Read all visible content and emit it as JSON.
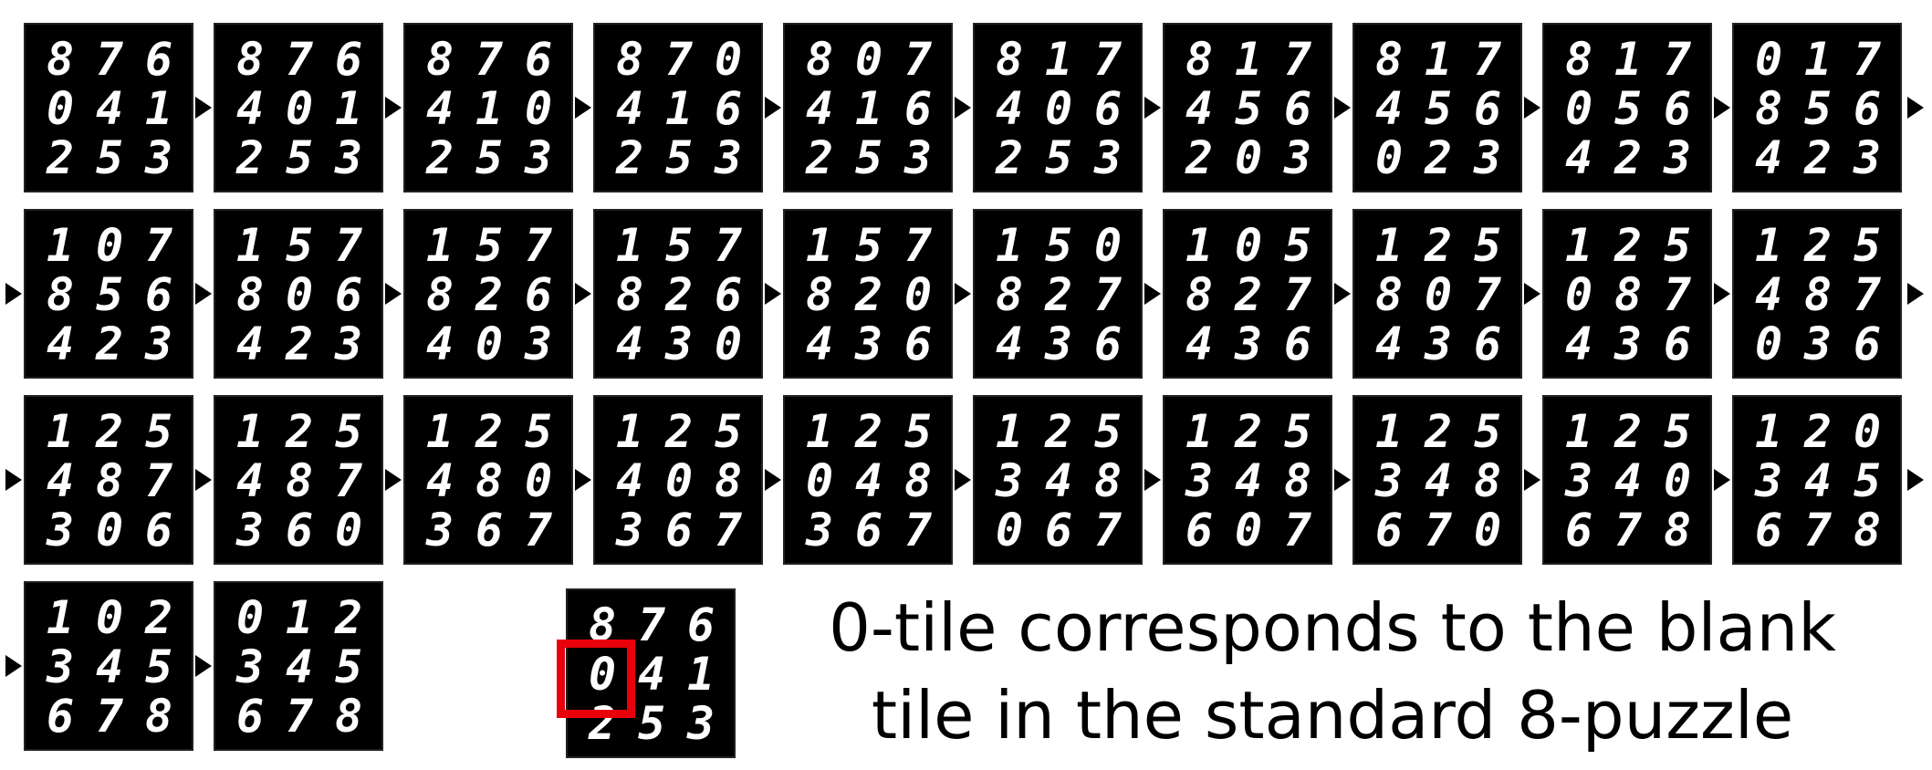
{
  "sequence": [
    [
      "8",
      "7",
      "6",
      "0",
      "4",
      "1",
      "2",
      "5",
      "3"
    ],
    [
      "8",
      "7",
      "6",
      "4",
      "0",
      "1",
      "2",
      "5",
      "3"
    ],
    [
      "8",
      "7",
      "6",
      "4",
      "1",
      "0",
      "2",
      "5",
      "3"
    ],
    [
      "8",
      "7",
      "0",
      "4",
      "1",
      "6",
      "2",
      "5",
      "3"
    ],
    [
      "8",
      "0",
      "7",
      "4",
      "1",
      "6",
      "2",
      "5",
      "3"
    ],
    [
      "8",
      "1",
      "7",
      "4",
      "0",
      "6",
      "2",
      "5",
      "3"
    ],
    [
      "8",
      "1",
      "7",
      "4",
      "5",
      "6",
      "2",
      "0",
      "3"
    ],
    [
      "8",
      "1",
      "7",
      "4",
      "5",
      "6",
      "0",
      "2",
      "3"
    ],
    [
      "8",
      "1",
      "7",
      "0",
      "5",
      "6",
      "4",
      "2",
      "3"
    ],
    [
      "0",
      "1",
      "7",
      "8",
      "5",
      "6",
      "4",
      "2",
      "3"
    ],
    [
      "1",
      "0",
      "7",
      "8",
      "5",
      "6",
      "4",
      "2",
      "3"
    ],
    [
      "1",
      "5",
      "7",
      "8",
      "0",
      "6",
      "4",
      "2",
      "3"
    ],
    [
      "1",
      "5",
      "7",
      "8",
      "2",
      "6",
      "4",
      "0",
      "3"
    ],
    [
      "1",
      "5",
      "7",
      "8",
      "2",
      "6",
      "4",
      "3",
      "0"
    ],
    [
      "1",
      "5",
      "7",
      "8",
      "2",
      "0",
      "4",
      "3",
      "6"
    ],
    [
      "1",
      "5",
      "0",
      "8",
      "2",
      "7",
      "4",
      "3",
      "6"
    ],
    [
      "1",
      "0",
      "5",
      "8",
      "2",
      "7",
      "4",
      "3",
      "6"
    ],
    [
      "1",
      "2",
      "5",
      "8",
      "0",
      "7",
      "4",
      "3",
      "6"
    ],
    [
      "1",
      "2",
      "5",
      "0",
      "8",
      "7",
      "4",
      "3",
      "6"
    ],
    [
      "1",
      "2",
      "5",
      "4",
      "8",
      "7",
      "0",
      "3",
      "6"
    ],
    [
      "1",
      "2",
      "5",
      "4",
      "8",
      "7",
      "3",
      "0",
      "6"
    ],
    [
      "1",
      "2",
      "5",
      "4",
      "8",
      "7",
      "3",
      "6",
      "0"
    ],
    [
      "1",
      "2",
      "5",
      "4",
      "8",
      "0",
      "3",
      "6",
      "7"
    ],
    [
      "1",
      "2",
      "5",
      "4",
      "0",
      "8",
      "3",
      "6",
      "7"
    ],
    [
      "1",
      "2",
      "5",
      "0",
      "4",
      "8",
      "3",
      "6",
      "7"
    ],
    [
      "1",
      "2",
      "5",
      "3",
      "4",
      "8",
      "0",
      "6",
      "7"
    ],
    [
      "1",
      "2",
      "5",
      "3",
      "4",
      "8",
      "6",
      "0",
      "7"
    ],
    [
      "1",
      "2",
      "5",
      "3",
      "4",
      "8",
      "6",
      "7",
      "0"
    ],
    [
      "1",
      "2",
      "5",
      "3",
      "4",
      "0",
      "6",
      "7",
      "8"
    ],
    [
      "1",
      "2",
      "0",
      "3",
      "4",
      "5",
      "6",
      "7",
      "8"
    ],
    [
      "1",
      "0",
      "2",
      "3",
      "4",
      "5",
      "6",
      "7",
      "8"
    ],
    [
      "0",
      "1",
      "2",
      "3",
      "4",
      "5",
      "6",
      "7",
      "8"
    ]
  ],
  "example": {
    "cells": [
      "8",
      "7",
      "6",
      "0",
      "4",
      "1",
      "2",
      "5",
      "3"
    ],
    "highlighted_cell": 3,
    "highlight_color": "#e8000b"
  },
  "caption": {
    "line1": "0-tile corresponds to the blank",
    "line2": "tile in the standard 8-puzzle"
  }
}
